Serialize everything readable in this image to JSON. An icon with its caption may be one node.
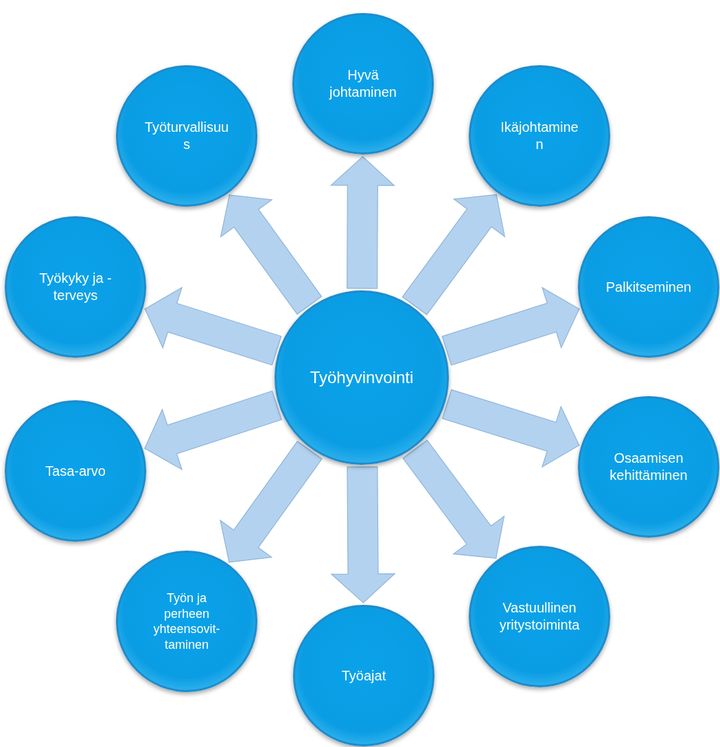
{
  "diagram": {
    "nodes": [
      {
        "text": [
          "Työhyvinvointi"
        ]
      },
      {
        "text": [
          "Hyvä johtaminen"
        ]
      },
      {
        "text": [
          "Ikäjohtaminen"
        ]
      },
      {
        "text": [
          "Palkitseminen"
        ]
      },
      {
        "text": [
          "Osaamisen kehittäminen"
        ]
      },
      {
        "text": [
          "Vastuullinen yritystoiminta"
        ]
      },
      {
        "text": [
          "Työajat"
        ]
      },
      {
        "text": [
          "Työn ja perheen yhteensovit-taminen"
        ]
      },
      {
        "text": [
          "Tasa-arvo"
        ]
      },
      {
        "text": [
          "Työkyky ja -terveys"
        ]
      },
      {
        "text": [
          "Työturvallisuus"
        ]
      }
    ],
    "edges": [
      {
        "from": 0,
        "to": 1,
        "arrow": "to"
      },
      {
        "from": 0,
        "to": 2,
        "arrow": "to"
      },
      {
        "from": 0,
        "to": 3,
        "arrow": "to"
      },
      {
        "from": 0,
        "to": 4,
        "arrow": "to"
      },
      {
        "from": 0,
        "to": 5,
        "arrow": "to"
      },
      {
        "from": 0,
        "to": 6,
        "arrow": "to"
      },
      {
        "from": 0,
        "to": 7,
        "arrow": "to"
      },
      {
        "from": 0,
        "to": 8,
        "arrow": "to"
      },
      {
        "from": 0,
        "to": 9,
        "arrow": "to"
      },
      {
        "from": 0,
        "to": 10,
        "arrow": "to"
      }
    ]
  }
}
